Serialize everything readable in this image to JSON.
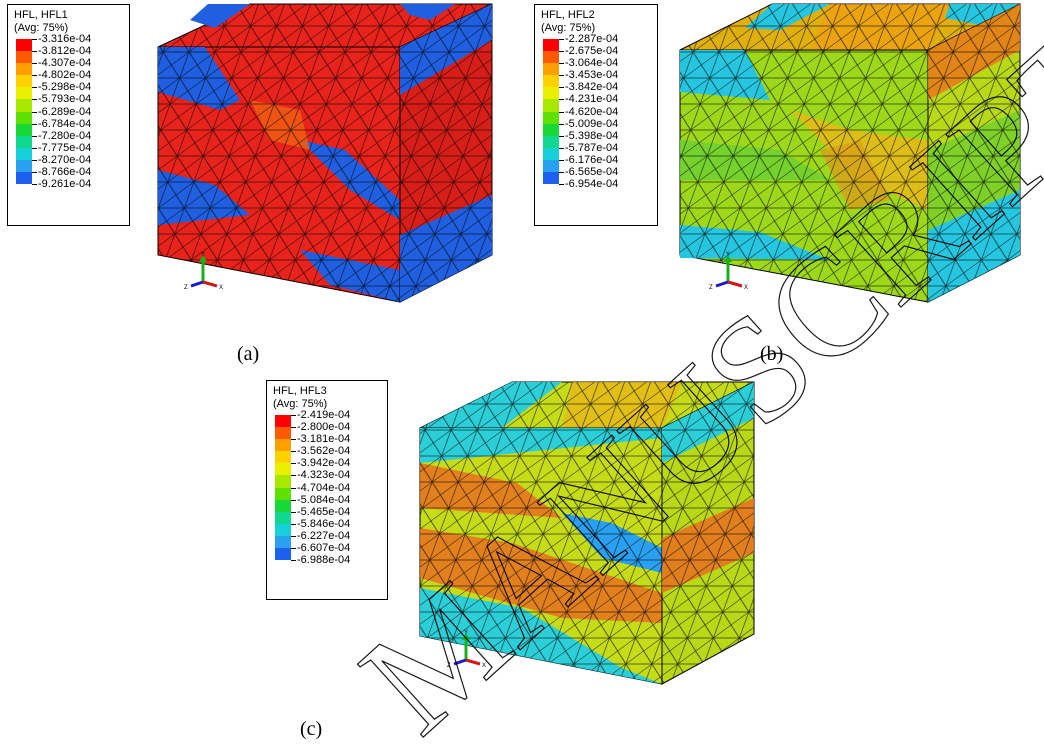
{
  "panels": [
    {
      "id": "a",
      "legend_title": "HFL, HFL1",
      "legend_subtitle": "(Avg: 75%)",
      "legend_values": [
        "-3.316e-04",
        "-3.812e-04",
        "-4.307e-04",
        "-4.802e-04",
        "-5.298e-04",
        "-5.793e-04",
        "-6.289e-04",
        "-6.784e-04",
        "-7.280e-04",
        "-7.775e-04",
        "-8.270e-04",
        "-8.766e-04",
        "-9.261e-04"
      ],
      "caption": "(a)",
      "dominant": "#e8231c",
      "band": "#1f5fe0"
    },
    {
      "id": "b",
      "legend_title": "HFL, HFL2",
      "legend_subtitle": "(Avg: 75%)",
      "legend_values": [
        "-2.287e-04",
        "-2.675e-04",
        "-3.064e-04",
        "-3.453e-04",
        "-3.842e-04",
        "-4.231e-04",
        "-4.620e-04",
        "-5.009e-04",
        "-5.398e-04",
        "-5.787e-04",
        "-6.176e-04",
        "-6.565e-04",
        "-6.954e-04"
      ],
      "caption": "(b)",
      "dominant": "#9ed81a",
      "band": "#27c6e0"
    },
    {
      "id": "c",
      "legend_title": "HFL, HFL3",
      "legend_subtitle": "(Avg: 75%)",
      "legend_values": [
        "-2.419e-04",
        "-2.800e-04",
        "-3.181e-04",
        "-3.562e-04",
        "-3.942e-04",
        "-4.323e-04",
        "-4.704e-04",
        "-5.084e-04",
        "-5.465e-04",
        "-5.846e-04",
        "-6.227e-04",
        "-6.607e-04",
        "-6.988e-04"
      ],
      "caption": "(c)",
      "dominant": "#c6dc18",
      "band": "#2ccfd8"
    }
  ],
  "color_scale": [
    "#ff0000",
    "#ff5a00",
    "#ffa000",
    "#ffd200",
    "#e8f000",
    "#a8e800",
    "#5ee000",
    "#18d838",
    "#10d890",
    "#18d0d8",
    "#2aa0f0",
    "#1c60f0",
    "#0010ff"
  ],
  "triad": {
    "y": "Y",
    "z": "Z",
    "x": "X"
  },
  "watermark": "MANUSCRIPT"
}
